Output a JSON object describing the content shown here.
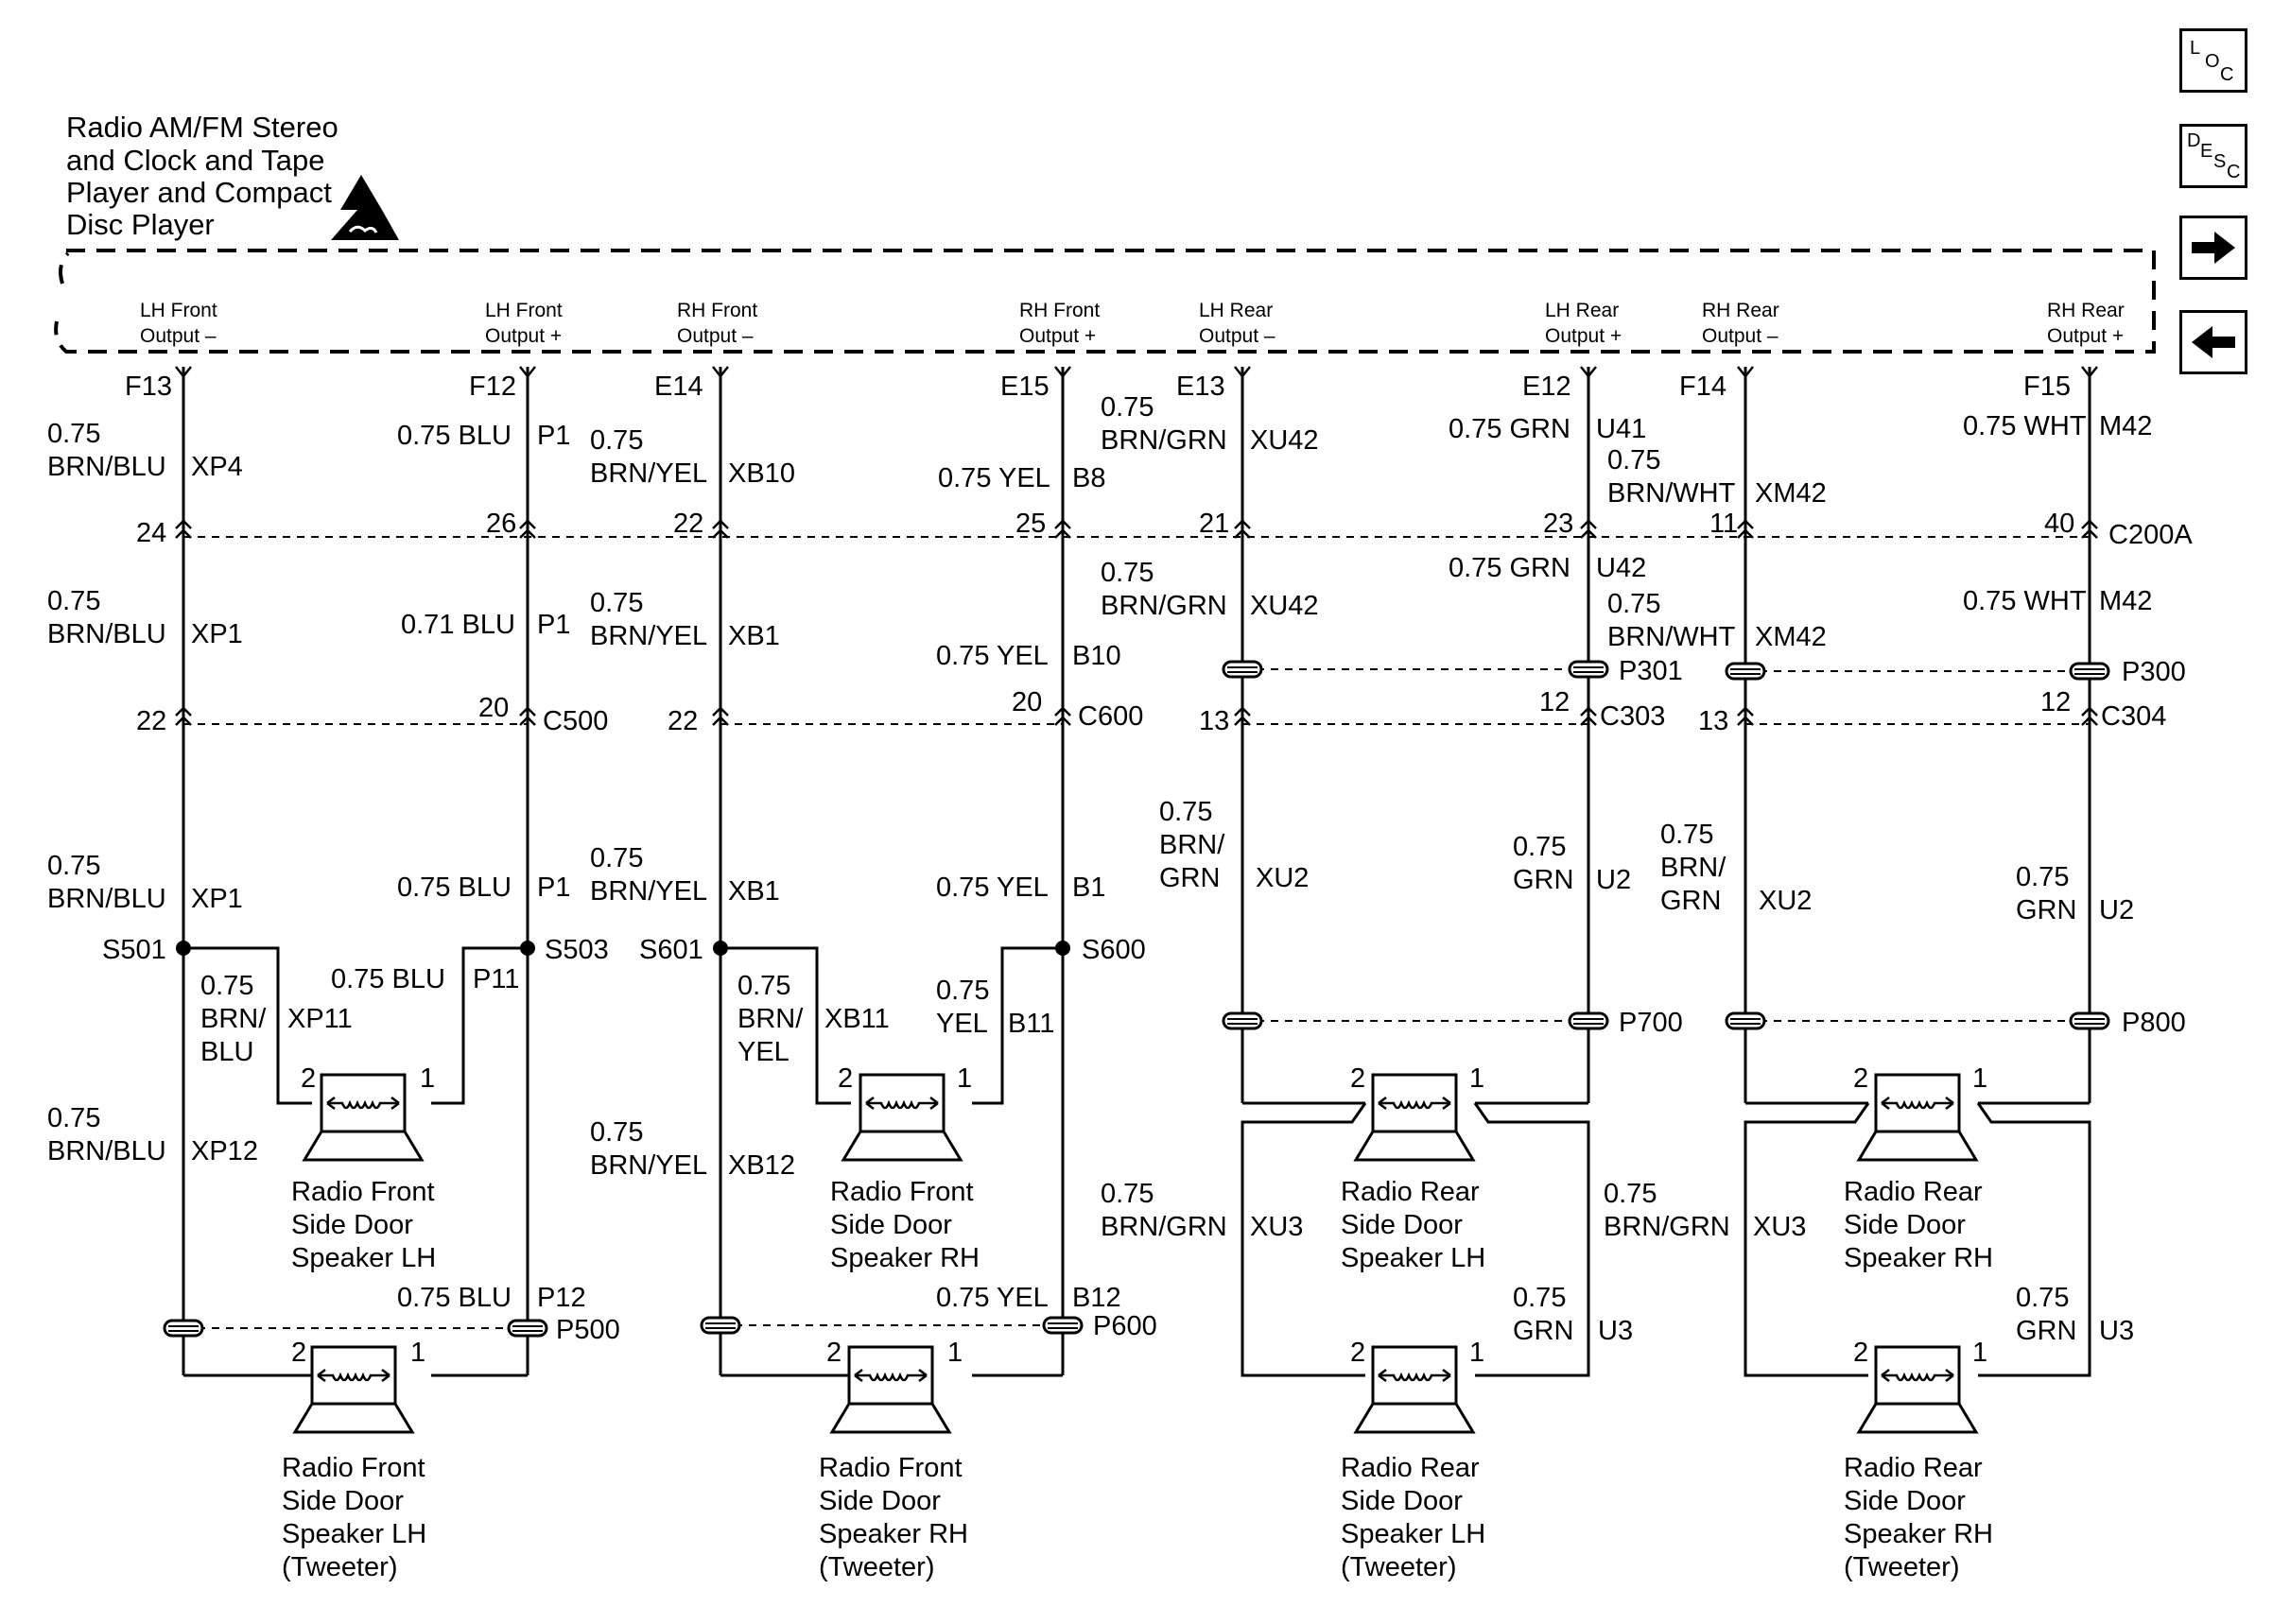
{
  "nav": {
    "loc": [
      "L",
      "O",
      "C"
    ],
    "desc": [
      "D",
      "E",
      "S",
      "C"
    ],
    "next_icon": "arrow-right-icon",
    "prev_icon": "arrow-left-icon"
  },
  "module": {
    "title_lines": [
      "Radio AM/FM Stereo",
      "and Clock and Tape",
      "Player and Compact",
      "Disc Player"
    ],
    "esd_icon": "esd-warning-icon"
  },
  "outputs": [
    {
      "l1": "LH Front",
      "l2": "Output –"
    },
    {
      "l1": "LH Front",
      "l2": "Output +"
    },
    {
      "l1": "RH Front",
      "l2": "Output –"
    },
    {
      "l1": "RH Front",
      "l2": "Output +"
    },
    {
      "l1": "LH Rear",
      "l2": "Output –"
    },
    {
      "l1": "LH Rear",
      "l2": "Output +"
    },
    {
      "l1": "RH Rear",
      "l2": "Output –"
    },
    {
      "l1": "RH Rear",
      "l2": "Output +"
    }
  ],
  "pins": [
    "F13",
    "F12",
    "E14",
    "E15",
    "E13",
    "E12",
    "F14",
    "F15"
  ],
  "connectors": {
    "c200a": {
      "name": "C200A",
      "pins": [
        "24",
        "26",
        "22",
        "25",
        "21",
        "23",
        "11",
        "40"
      ]
    },
    "c500": {
      "name": "C500",
      "pins": [
        "22",
        "20"
      ]
    },
    "c600": {
      "name": "C600",
      "pins": [
        "22",
        "20"
      ]
    },
    "c303": {
      "name": "C303",
      "pins": [
        "13",
        "12"
      ]
    },
    "c304": {
      "name": "C304",
      "pins": [
        "13",
        "12"
      ]
    }
  },
  "splices": [
    "S501",
    "S503",
    "S601",
    "S600"
  ],
  "ground_points": [
    "P301",
    "P300",
    "P700",
    "P800",
    "P500",
    "P600"
  ],
  "wires": {
    "w1": [
      "0.75",
      "BRN/BLU",
      "XP4"
    ],
    "w2": [
      "0.75 BLU",
      "P1"
    ],
    "w3": [
      "0.75",
      "BRN/YEL",
      "XB10"
    ],
    "w4": [
      "0.75 YEL",
      "B8"
    ],
    "w5": [
      "0.75",
      "BRN/GRN",
      "XU42"
    ],
    "w6": [
      "0.75 GRN",
      "U41"
    ],
    "w7": [
      "0.75",
      "BRN/WHT",
      "XM42"
    ],
    "w8": [
      "0.75 WHT",
      "M42"
    ],
    "w9": [
      "0.75",
      "BRN/BLU",
      "XP1"
    ],
    "w10": [
      "0.71 BLU",
      "P1"
    ],
    "w11": [
      "0.75",
      "BRN/YEL",
      "XB1"
    ],
    "w12": [
      "0.75 YEL",
      "B10"
    ],
    "w13": [
      "0.75",
      "BRN/GRN",
      "XU42"
    ],
    "w14": [
      "0.75 GRN",
      "U42"
    ],
    "w15": [
      "0.75",
      "BRN/WHT",
      "XM42"
    ],
    "w16": [
      "0.75 WHT",
      "M42"
    ],
    "w17": [
      "0.75",
      "BRN/BLU",
      "XP1"
    ],
    "w18": [
      "0.75 BLU",
      "P1"
    ],
    "w19": [
      "0.75",
      "BRN/YEL",
      "XB1"
    ],
    "w20": [
      "0.75 YEL",
      "B1"
    ],
    "w21": [
      "0.75",
      "BRN/",
      "GRN",
      "XU2"
    ],
    "w22": [
      "0.75",
      "GRN",
      "U2"
    ],
    "w23": [
      "0.75",
      "BRN/",
      "GRN",
      "XU2"
    ],
    "w24": [
      "0.75",
      "GRN",
      "U2"
    ],
    "w25": [
      "0.75",
      "BRN/",
      "BLU",
      "XP11"
    ],
    "w26": [
      "0.75 BLU",
      "P11"
    ],
    "w27": [
      "0.75",
      "BRN/",
      "YEL",
      "XB11"
    ],
    "w28": [
      "0.75",
      "YEL",
      "B11"
    ],
    "w29": [
      "0.75",
      "BRN/BLU",
      "XP12"
    ],
    "w30": [
      "0.75",
      "BRN/YEL",
      "XB12"
    ],
    "w31": [
      "0.75",
      "BRN/GRN",
      "XU3"
    ],
    "w32": [
      "0.75",
      "BRN/GRN",
      "XU3"
    ],
    "w33": [
      "0.75 BLU",
      "P12"
    ],
    "w34": [
      "0.75 YEL",
      "B12"
    ],
    "w35": [
      "0.75",
      "GRN",
      "U3"
    ],
    "w36": [
      "0.75",
      "GRN",
      "U3"
    ]
  },
  "speakers": [
    {
      "lines": [
        "Radio Front",
        "Side Door",
        "Speaker LH"
      ],
      "pin_a": "2",
      "pin_b": "1"
    },
    {
      "lines": [
        "Radio Front",
        "Side Door",
        "Speaker RH"
      ],
      "pin_a": "2",
      "pin_b": "1"
    },
    {
      "lines": [
        "Radio Rear",
        "Side Door",
        "Speaker LH"
      ],
      "pin_a": "2",
      "pin_b": "1"
    },
    {
      "lines": [
        "Radio Rear",
        "Side Door",
        "Speaker RH"
      ],
      "pin_a": "2",
      "pin_b": "1"
    },
    {
      "lines": [
        "Radio Front",
        "Side Door",
        "Speaker LH",
        "(Tweeter)"
      ],
      "pin_a": "2",
      "pin_b": "1"
    },
    {
      "lines": [
        "Radio Front",
        "Side Door",
        "Speaker RH",
        "(Tweeter)"
      ],
      "pin_a": "2",
      "pin_b": "1"
    },
    {
      "lines": [
        "Radio Rear",
        "Side Door",
        "Speaker LH",
        "(Tweeter)"
      ],
      "pin_a": "2",
      "pin_b": "1"
    },
    {
      "lines": [
        "Radio Rear",
        "Side Door",
        "Speaker RH",
        "(Tweeter)"
      ],
      "pin_a": "2",
      "pin_b": "1"
    }
  ]
}
